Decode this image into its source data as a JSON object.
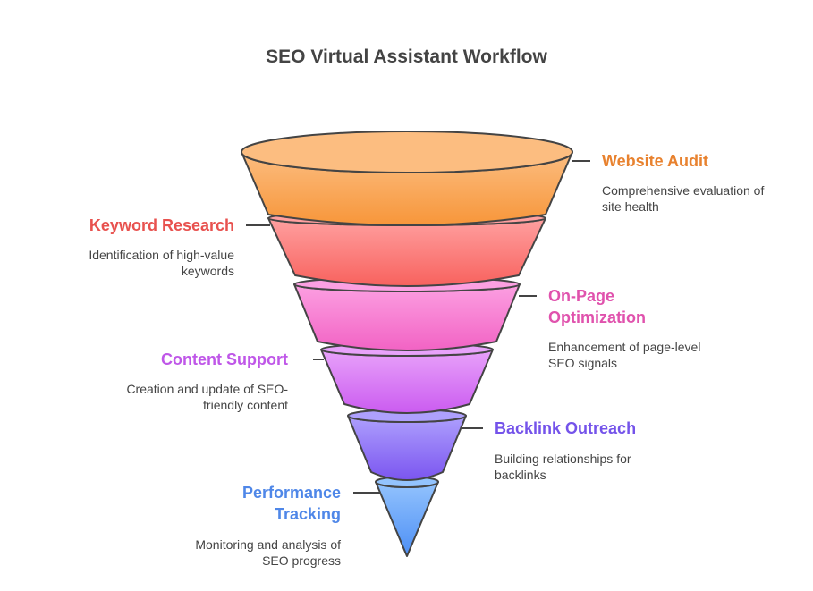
{
  "title": "SEO Virtual Assistant Workflow",
  "stages": [
    {
      "label": "Website Audit",
      "description": "Comprehensive evaluation of site health",
      "color": "#e8822f",
      "fill_top": "#fcbd80",
      "fill_bottom": "#f7963a"
    },
    {
      "label": "Keyword Research",
      "description": "Identification of high-value keywords",
      "color": "#e8524f",
      "fill_top": "#ffa0a0",
      "fill_bottom": "#f8625e"
    },
    {
      "label": "On-Page Optimization",
      "description": "Enhancement of page-level SEO signals",
      "color": "#e052ad",
      "fill_top": "#fca0e2",
      "fill_bottom": "#f263c4"
    },
    {
      "label": "Content Support",
      "description": "Creation and update of SEO-friendly content",
      "color": "#bf57e8",
      "fill_top": "#e8a2fa",
      "fill_bottom": "#cb5cf0"
    },
    {
      "label": "Backlink Outreach",
      "description": "Building relationships for backlinks",
      "color": "#7453ea",
      "fill_top": "#aea0fd",
      "fill_bottom": "#7b55f0"
    },
    {
      "label": "Performance Tracking",
      "description": "Monitoring and analysis of SEO progress",
      "color": "#4f87e8",
      "fill_top": "#93c3fd",
      "fill_bottom": "#4d8ff5"
    }
  ]
}
